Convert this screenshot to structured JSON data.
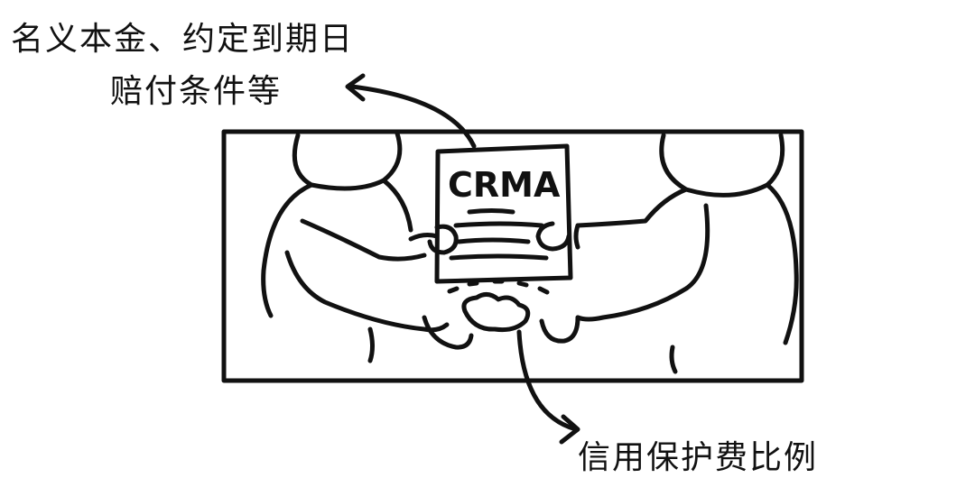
{
  "annotations": {
    "top_line_1": "名义本金、约定到期日",
    "top_line_2": "赔付条件等",
    "bottom": "信用保护费比例"
  },
  "document": {
    "title": "CRMA"
  },
  "colors": {
    "ink": "#111111",
    "background": "#ffffff"
  }
}
